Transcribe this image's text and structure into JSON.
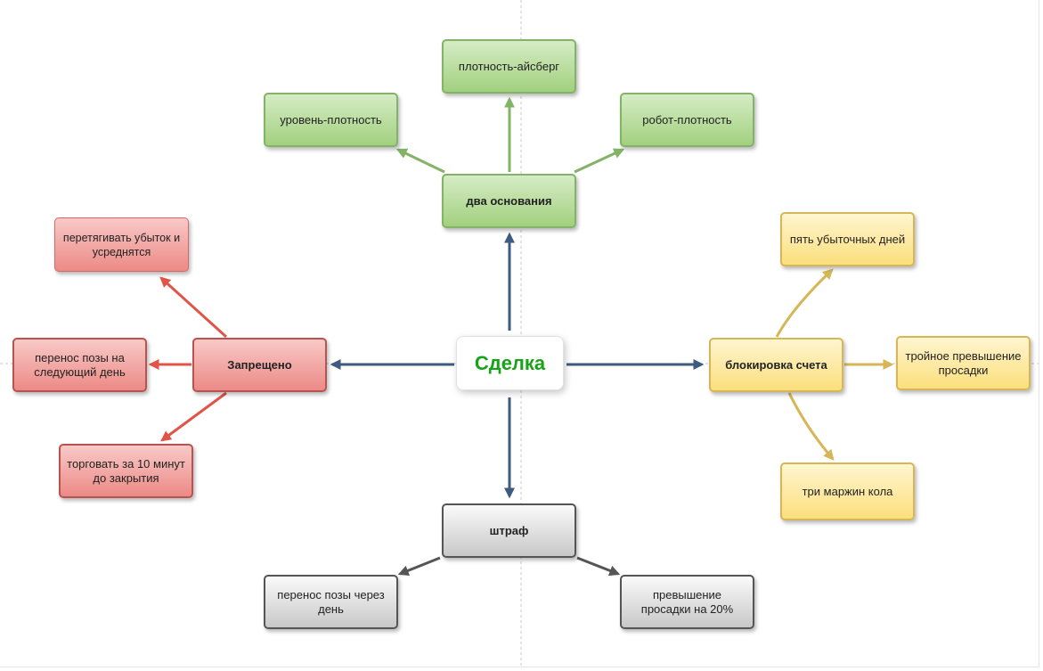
{
  "center": {
    "label": "Сделка"
  },
  "green": {
    "main": "два основания",
    "top": "плотность-айсберг",
    "left": "уровень-плотность",
    "right": "робот-плотность"
  },
  "red": {
    "main": "Запрещено",
    "top": "перетягивать убыток и усреднятся",
    "left": "перенос позы на следующий день",
    "bottom": "торговать за 10 минут до закрытия"
  },
  "yellow": {
    "main": "блокировка счета",
    "top": "пять убыточных дней",
    "right": "тройное превышение просадки",
    "bottom": "три маржин кола"
  },
  "gray": {
    "main": "штраф",
    "left": "перенос позы через день",
    "right": "превышение просадки на 20%"
  },
  "colors": {
    "green": "#82b366",
    "red": "#e05548",
    "yellow": "#d6b656",
    "gray": "#555555",
    "blue": "#3d5a80",
    "center_text": "#16a316"
  }
}
